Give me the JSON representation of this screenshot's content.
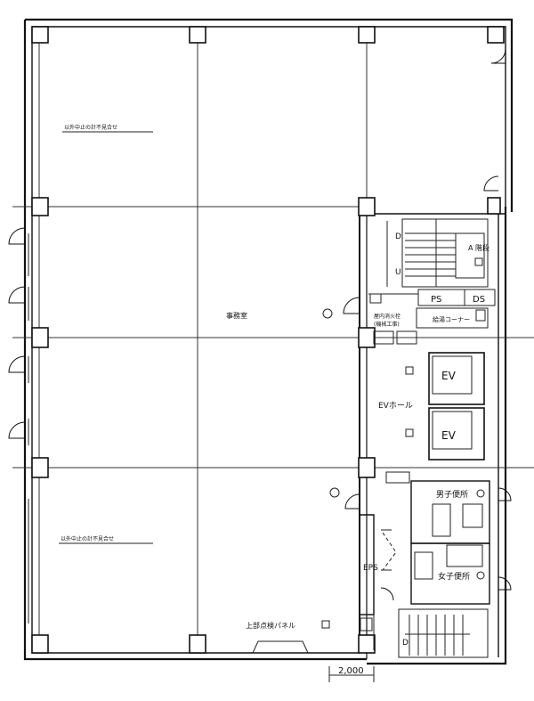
{
  "labels": {
    "office": "事務室",
    "upper_note": "以外中止の計不見合せ",
    "lower_note": "以外中止の計不見合せ",
    "stair_a": "A 階段",
    "ps": "PS",
    "ds": "DS",
    "shared_inner": "屋内消火栓",
    "shared_inner2": "(機械工事)",
    "shared_right": "給湯コーナー",
    "ev": "EV",
    "ev_hall": "EVホール",
    "mens": "男子便所",
    "womens": "女子便所",
    "eps": "EPS",
    "access_panel": "上部点検パネル",
    "dim": "2,000"
  }
}
